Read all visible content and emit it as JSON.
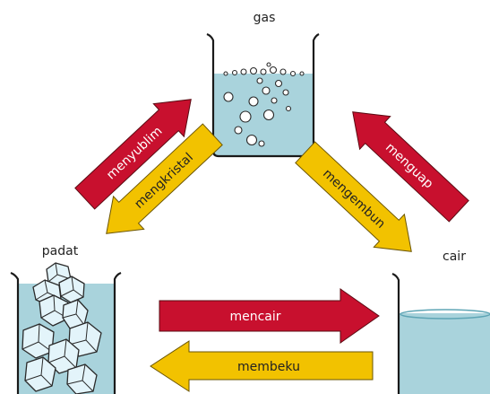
{
  "labels": {
    "gas": "gas",
    "solid": "padat",
    "liquid": "cair"
  },
  "processes": {
    "sublimation": "menyublim",
    "deposition": "mengkristal",
    "evaporation": "menguap",
    "condensation": "mengembun",
    "melting": "mencair",
    "freezing": "membeku"
  },
  "colors": {
    "red_arrow": "#c8102e",
    "yellow_arrow": "#f2c200",
    "red_text": "#ffffff",
    "yellow_text": "#222222",
    "water": "#a9d3dc",
    "ice": "#e3f4fa"
  }
}
